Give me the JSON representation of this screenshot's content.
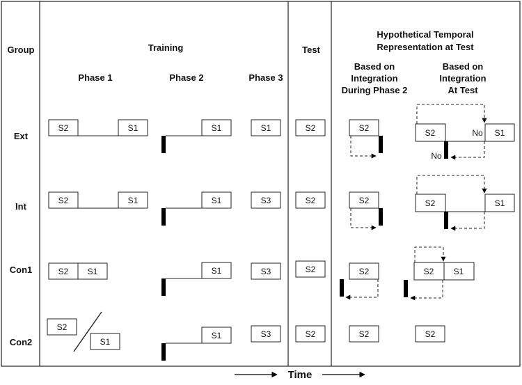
{
  "headers": {
    "group": "Group",
    "training": "Training",
    "phase1": "Phase 1",
    "phase2": "Phase 2",
    "phase3": "Phase 3",
    "test": "Test",
    "hyp_line1": "Hypothetical Temporal",
    "hyp_line2": "Representation at Test",
    "int2_line1": "Based on",
    "int2_line2": "Integration",
    "int2_line3": "During Phase 2",
    "inttest_line1": "Based on",
    "inttest_line2": "Integration",
    "inttest_line3": "At Test"
  },
  "groups": {
    "ext": "Ext",
    "int": "Int",
    "con1": "Con1",
    "con2": "Con2"
  },
  "stimuli": {
    "s1": "S1",
    "s2": "S2",
    "s3": "S3"
  },
  "annotations": {
    "no": "No"
  },
  "footer": {
    "time": "Time"
  },
  "colors": {
    "line": "#222222",
    "bar": "#000000",
    "background": "#ffffff"
  }
}
